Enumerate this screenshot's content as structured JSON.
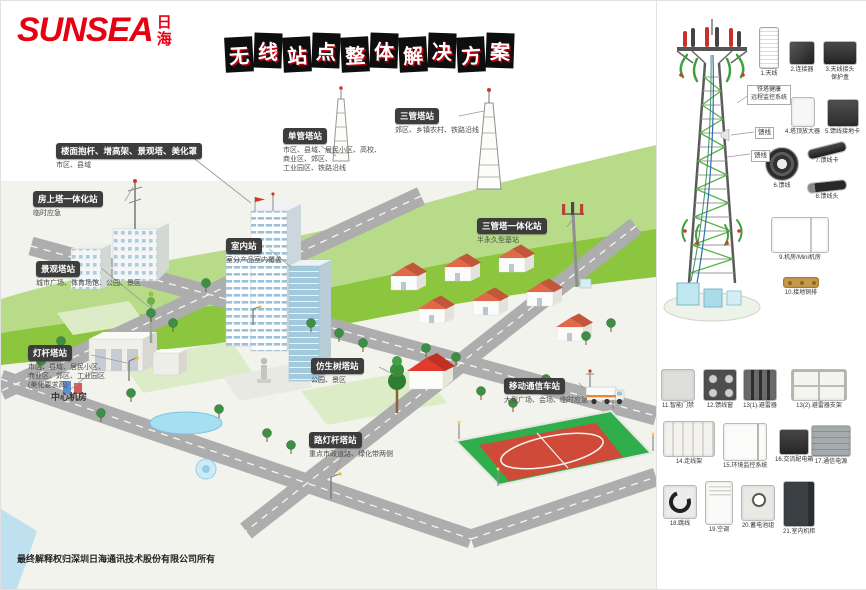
{
  "brand": {
    "name": "SUNSEA",
    "cjk": "日海"
  },
  "title": {
    "chars": [
      "无",
      "线",
      "站",
      "点",
      "整",
      "体",
      "解",
      "决",
      "方",
      "案"
    ]
  },
  "footer": "最终解释权归深圳日海通讯技术股份有限公司所有",
  "colors": {
    "brand_red": "#e60012",
    "callout_bg": "#3d3d3d",
    "hill_green": "#8cc63e"
  },
  "callouts": [
    {
      "title": "楼面抱杆、增高架、景观塔、美化罩",
      "sub": "市区、县域"
    },
    {
      "title": "房上塔一体化站",
      "sub": "临时应急"
    },
    {
      "title": "景观塔站",
      "sub": "城市广场、体育场馆、公园、景区"
    },
    {
      "title": "灯杆塔站",
      "sub": "市区、县域、居民小区、\n商业区、郊区、工业园区\n(美化要求高)"
    },
    {
      "title": "中心机房",
      "sub": ""
    },
    {
      "title": "室内站",
      "sub": "室分产品室内覆盖"
    },
    {
      "title": "单管塔站",
      "sub": "市区、县域、居民小区、高校、\n商业区、郊区、\n工业园区、铁路沿线"
    },
    {
      "title": "三管塔站",
      "sub": "郊区、乡镇农村、铁路沿线"
    },
    {
      "title": "三管塔一体化站",
      "sub": "半永久型基站"
    },
    {
      "title": "仿生树塔站",
      "sub": "公园、景区"
    },
    {
      "title": "移动通信车站",
      "sub": "大型广场、会场、临时应急"
    },
    {
      "title": "路灯杆塔站",
      "sub": "重点市政道路、绿化带两侧"
    }
  ],
  "panel": {
    "tower_labels": {
      "monitor": "铁塔健康\n远程监控系统",
      "feeder_a": "馈线",
      "feeder_b": "馈线"
    },
    "equipment": [
      {
        "label": "1.天线"
      },
      {
        "label": "2.连接器"
      },
      {
        "label": "3.天线接头\n保护盒"
      },
      {
        "label": "4.塔顶放大器"
      },
      {
        "label": "5.馈线接地卡"
      },
      {
        "label": "6.馈线"
      },
      {
        "label": "7.馈线卡"
      },
      {
        "label": "8.馈线头"
      },
      {
        "label": "9.机房/Mini机房"
      },
      {
        "label": "10.接地铜排"
      },
      {
        "label": "11.智能门禁"
      },
      {
        "label": "12.馈线窗"
      },
      {
        "label": "13(1).避雷器"
      },
      {
        "label": "13(2).避雷器支架"
      },
      {
        "label": "14.走线架"
      },
      {
        "label": "15.环境监控系统"
      },
      {
        "label": "16.交流配电箱"
      },
      {
        "label": "17.通信电源"
      },
      {
        "label": "18.跳线"
      },
      {
        "label": "19.空调"
      },
      {
        "label": "20.蓄电池组"
      },
      {
        "label": "21.室内机柜"
      }
    ]
  }
}
